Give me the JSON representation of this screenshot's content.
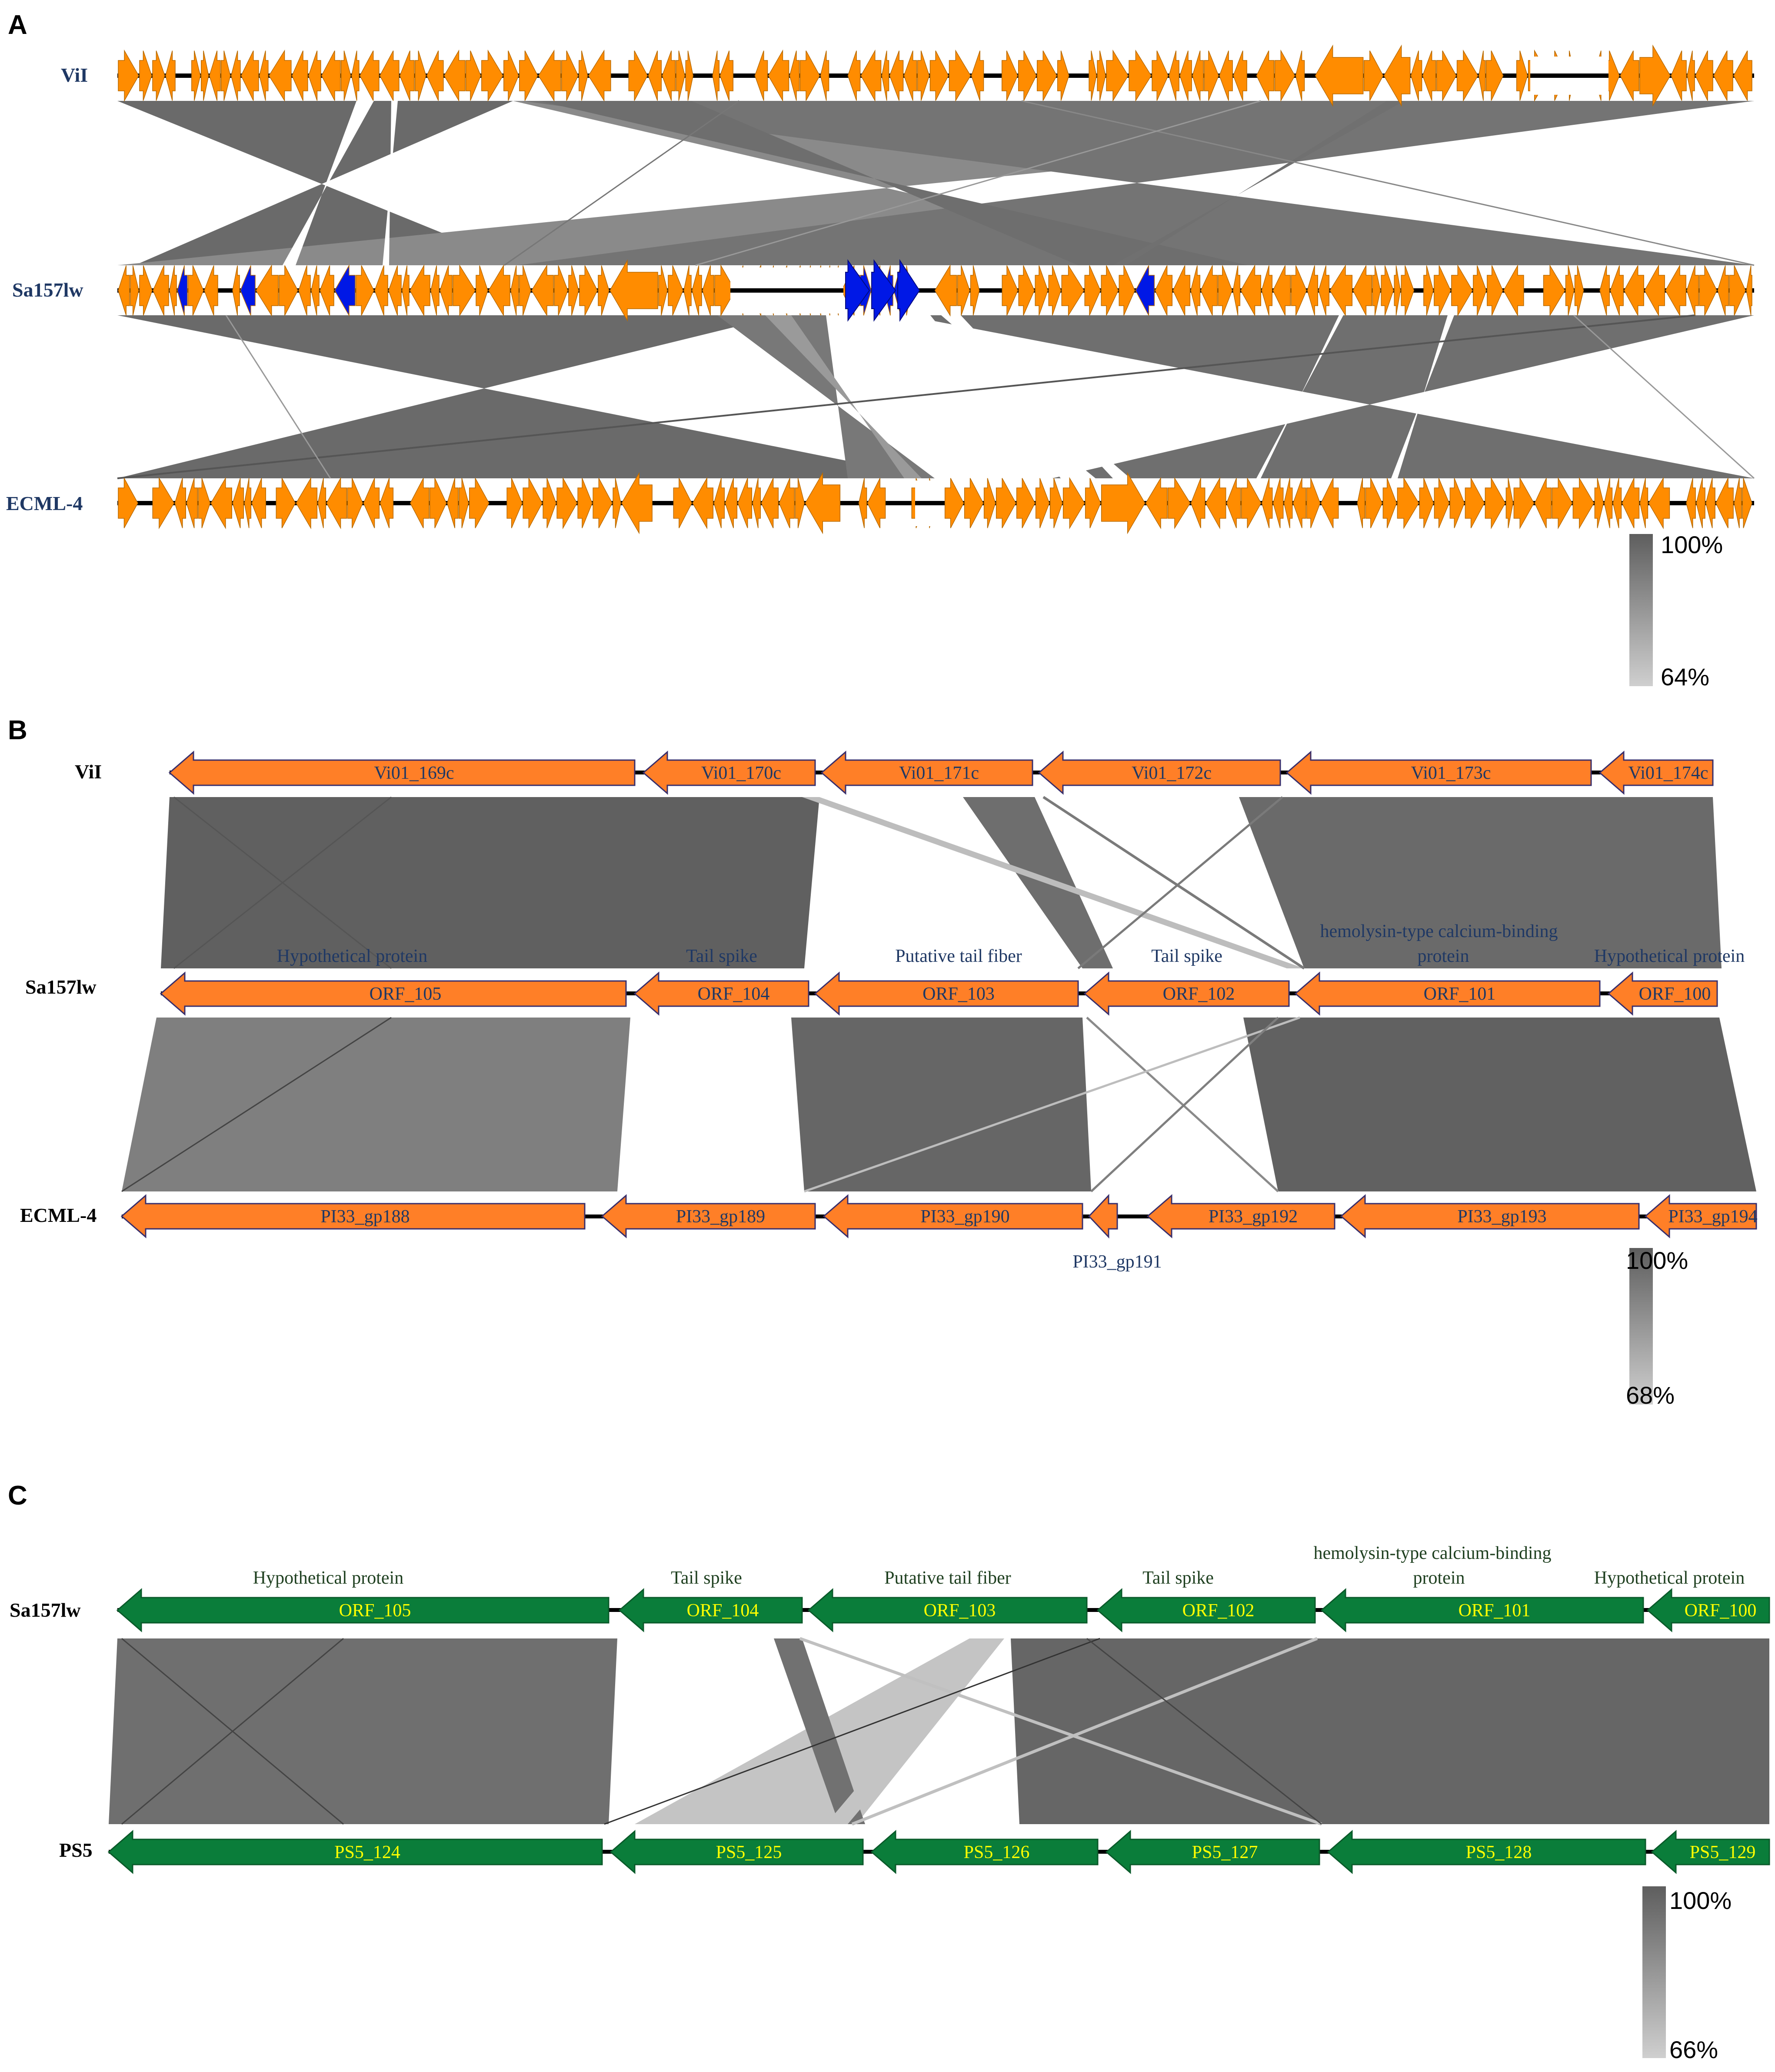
{
  "colors": {
    "orange": "#ff8c00",
    "orange_b": "#ff7f27",
    "blue": "#0018e6",
    "green": "#0a7d3a",
    "green_text": "#ffff00",
    "annot_blue": "#1f3864",
    "annot_green": "#1f4020",
    "shade_dark": "#5e5e5e",
    "shade_light": "#c8c8c8"
  },
  "panels": [
    {
      "letter": "A",
      "tracks": [
        {
          "label": "ViI"
        },
        {
          "label": "Sa157lw"
        },
        {
          "label": "ECML-4"
        }
      ],
      "scale": {
        "max": "100%",
        "min": "64%"
      }
    },
    {
      "letter": "B",
      "tracks": [
        {
          "label": "ViI",
          "genes": [
            "Vi01_169c",
            "Vi01_170c",
            "Vi01_171c",
            "Vi01_172c",
            "Vi01_173c",
            "Vi01_174c"
          ],
          "annotations": []
        },
        {
          "label": "Sa157lw",
          "genes": [
            "ORF_105",
            "ORF_104",
            "ORF_103",
            "ORF_102",
            "ORF_101",
            "ORF_100"
          ],
          "annotations": [
            "Hypothetical protein",
            "Tail spike",
            "Putative tail fiber",
            "Tail spike",
            "hemolysin-type calcium-binding",
            "protein",
            "Hypothetical protein"
          ]
        },
        {
          "label": "ECML-4",
          "genes": [
            "PI33_gp188",
            "PI33_gp189",
            "PI33_gp190",
            "PI33_gp192",
            "PI33_gp193",
            "PI33_gp194"
          ],
          "below": "PI33_gp191"
        }
      ],
      "scale": {
        "max": "100%",
        "min": "68%"
      }
    },
    {
      "letter": "C",
      "tracks": [
        {
          "label": "Sa157lw",
          "genes": [
            "ORF_105",
            "ORF_104",
            "ORF_103",
            "ORF_102",
            "ORF_101",
            "ORF_100"
          ],
          "annotations": [
            "Hypothetical protein",
            "Tail spike",
            "Putative tail fiber",
            "Tail spike",
            "hemolysin-type calcium-binding",
            "protein",
            "Hypothetical protein"
          ]
        },
        {
          "label": "PS5",
          "genes": [
            "PS5_124",
            "PS5_125",
            "PS5_126",
            "PS5_127",
            "PS5_128",
            "PS5_129"
          ]
        }
      ],
      "scale": {
        "max": "100%",
        "min": "66%"
      }
    }
  ]
}
